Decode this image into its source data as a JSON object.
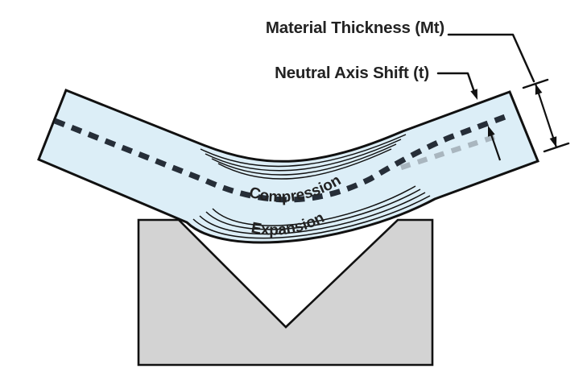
{
  "diagram": {
    "type": "sheet-metal-bending-diagram",
    "labels": {
      "material_thickness": "Material Thickness (Mt)",
      "neutral_axis_shift": "Neutral Axis Shift (t)",
      "compression": "Compression",
      "expansion": "Expansion"
    },
    "colors": {
      "sheet_fill": "#dceef7",
      "die_fill": "#d3d3d3",
      "outline": "#111111",
      "neutral_axis_dash": "#262e38",
      "original_axis_dash": "#a9b6bf",
      "label_text": "#232323"
    }
  }
}
